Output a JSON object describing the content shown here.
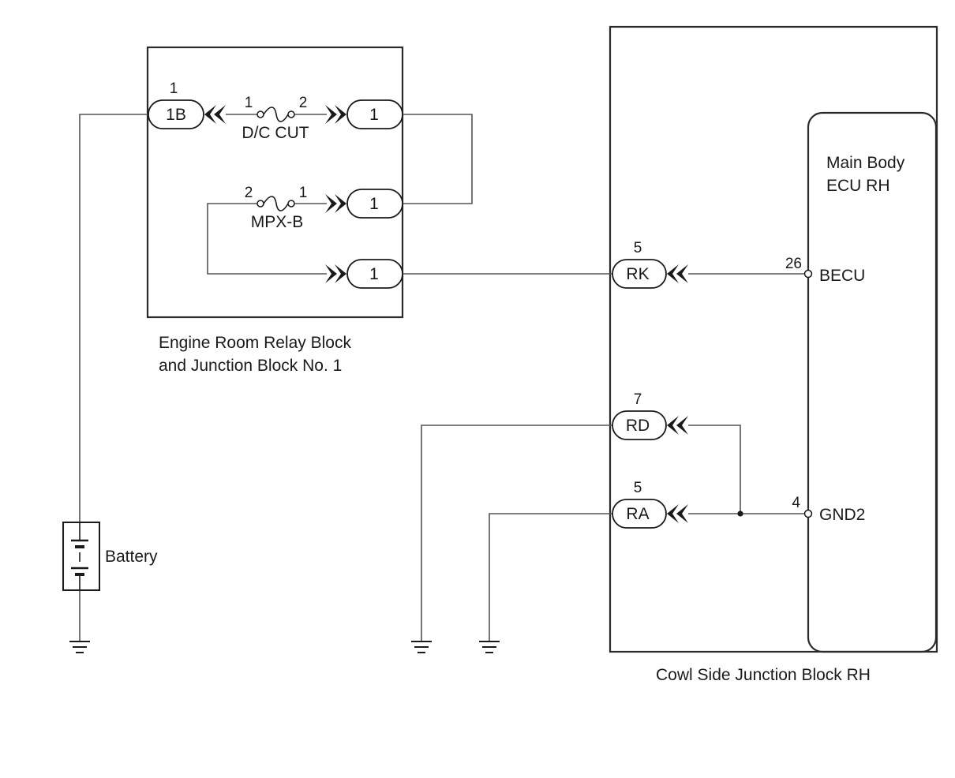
{
  "blocks": {
    "engine_room": {
      "label_line1": "Engine Room Relay Block",
      "label_line2": "and Junction Block No. 1"
    },
    "cowl_side": {
      "label": "Cowl Side Junction Block RH"
    },
    "ecu": {
      "label_line1": "Main Body",
      "label_line2": "ECU RH"
    }
  },
  "fuses": {
    "dc_cut": {
      "label": "D/C CUT",
      "pin_left": "1",
      "pin_right": "2"
    },
    "mpx_b": {
      "label": "MPX-B",
      "pin_left": "2",
      "pin_right": "1"
    }
  },
  "connectors": {
    "c1b": {
      "label": "1B",
      "pin": "1"
    },
    "out_dc": {
      "label": "1"
    },
    "out_mpx_in": {
      "label": "1"
    },
    "out_mpx": {
      "label": "1"
    },
    "rk": {
      "label": "RK",
      "pin": "5"
    },
    "rd": {
      "label": "RD",
      "pin": "7"
    },
    "ra": {
      "label": "RA",
      "pin": "5"
    }
  },
  "ecu_terminals": {
    "becu": {
      "name": "BECU",
      "pin": "26"
    },
    "gnd2": {
      "name": "GND2",
      "pin": "4"
    }
  },
  "battery": {
    "label": "Battery"
  }
}
